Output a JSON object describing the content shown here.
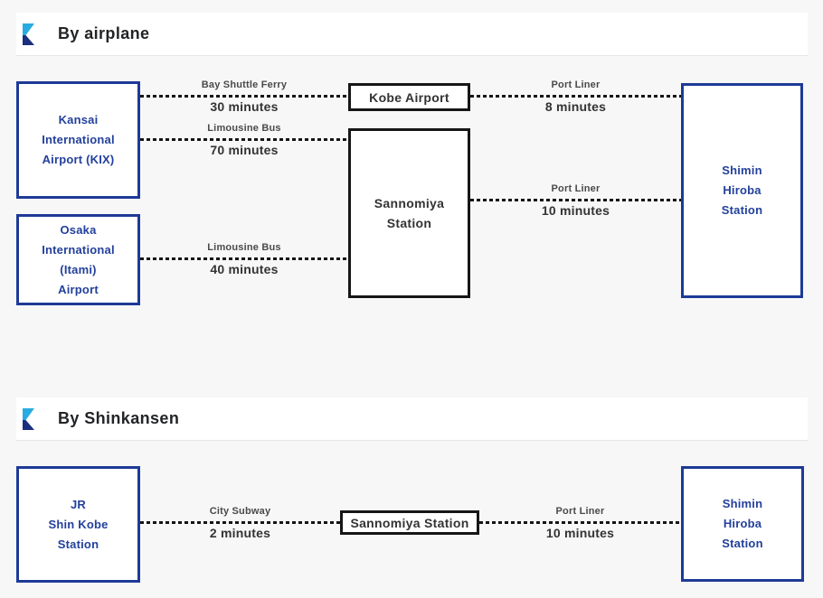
{
  "colors": {
    "accent_blue": "#1d3a96",
    "box_black": "#161616",
    "icon_light_blue": "#29abe2",
    "icon_dark_blue": "#1b2f7e",
    "page_background": "#f7f7f8"
  },
  "icons": {
    "section_marker": "blue-ribbon-flag-icon"
  },
  "sections": [
    {
      "title": "By airplane",
      "nodes": [
        {
          "label_lines": [
            "Kansai",
            "International",
            "Airport (KIX)"
          ]
        },
        {
          "label_lines": [
            "Osaka",
            "International",
            "(Itami)",
            "Airport"
          ]
        },
        {
          "label_lines": [
            "Kobe Airport"
          ]
        },
        {
          "label_lines": [
            "Sannomiya",
            "Station"
          ]
        },
        {
          "label_lines": [
            "Shimin",
            "Hiroba",
            "Station"
          ]
        }
      ],
      "edges": [
        {
          "route": "Bay Shuttle Ferry",
          "duration": "30 minutes"
        },
        {
          "route": "Limousine Bus",
          "duration": "70 minutes"
        },
        {
          "route": "Port Liner",
          "duration": "8 minutes"
        },
        {
          "route": "Port Liner",
          "duration": "10 minutes"
        },
        {
          "route": "Limousine Bus",
          "duration": "40 minutes"
        }
      ]
    },
    {
      "title": "By Shinkansen",
      "nodes": [
        {
          "label_lines": [
            "JR",
            "Shin Kobe",
            "Station"
          ]
        },
        {
          "label_lines": [
            "Sannomiya Station"
          ]
        },
        {
          "label_lines": [
            "Shimin",
            "Hiroba",
            "Station"
          ]
        }
      ],
      "edges": [
        {
          "route": "City Subway",
          "duration": "2 minutes"
        },
        {
          "route": "Port Liner",
          "duration": "10 minutes"
        }
      ]
    }
  ]
}
